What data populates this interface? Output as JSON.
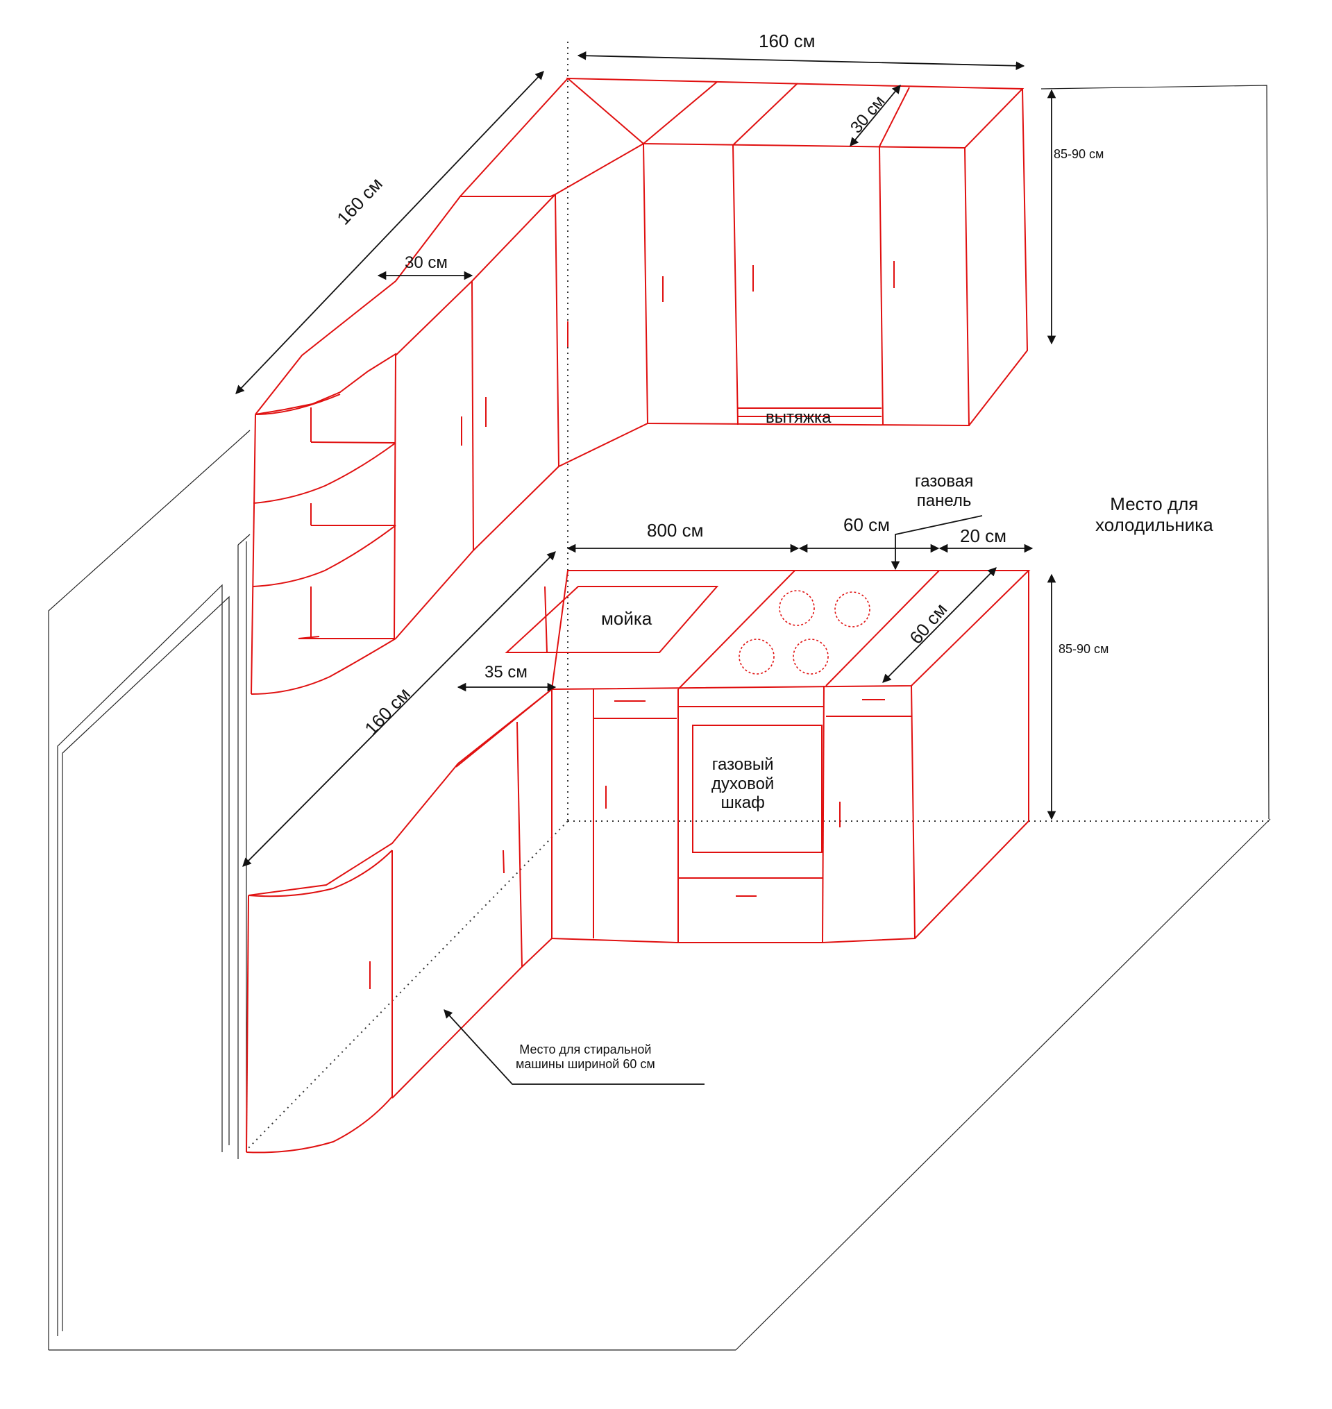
{
  "labels": {
    "upper_width": "160 см",
    "upper_left_length": "160 см",
    "upper_depth_left": "30 см",
    "upper_depth_right": "30 см",
    "upper_height": "85-90 см",
    "hood": "вытяжка",
    "gas_panel": [
      "газовая",
      "панель"
    ],
    "fridge_place": [
      "Место для",
      "холодильника"
    ],
    "sink_run": "800 см",
    "hob_width": "60 см",
    "end_width": "20 см",
    "lower_depth": "60 см",
    "lower_height": "85-90 см",
    "sink": "мойка",
    "lower_left_length": "160 см",
    "lower_depth_left": "35 см",
    "oven": [
      "газовый",
      "духовой",
      "шкаф"
    ],
    "washer_place": [
      "Место для стиральной",
      "машины шириной 60 см"
    ]
  },
  "colors": {
    "furniture_outline": "#e01010",
    "room_outline": "#222222",
    "background": "#ffffff"
  }
}
